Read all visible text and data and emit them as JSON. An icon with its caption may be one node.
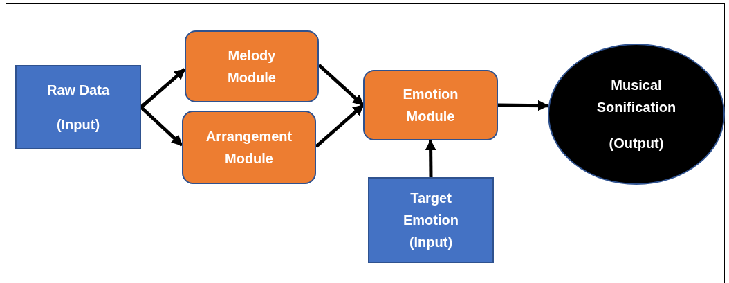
{
  "diagram": {
    "nodes": [
      {
        "text": [
          "Raw Data",
          "(Input)"
        ]
      },
      {
        "text": [
          "Melody Module"
        ]
      },
      {
        "text": [
          "Arrangement Module"
        ]
      },
      {
        "text": [
          "Emotion Module"
        ]
      },
      {
        "text": [
          "Musical Sonification",
          "(Output)"
        ]
      },
      {
        "text": [
          "Target Emotion",
          "(Input)"
        ]
      }
    ],
    "edges": [
      {
        "from": 0,
        "to": 1,
        "arrow": "to"
      },
      {
        "from": 0,
        "to": 2,
        "arrow": "to"
      },
      {
        "from": 1,
        "to": 3,
        "arrow": "to"
      },
      {
        "from": 2,
        "to": 3,
        "arrow": "to"
      },
      {
        "from": 3,
        "to": 4,
        "arrow": "to"
      },
      {
        "from": 5,
        "to": 3,
        "arrow": "to"
      }
    ]
  }
}
